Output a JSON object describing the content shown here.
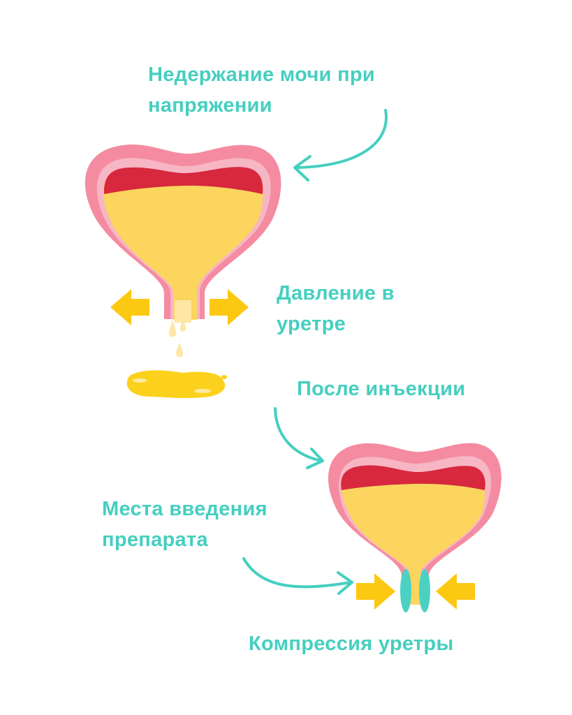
{
  "colors": {
    "teal": "#45cfc0",
    "bladder_wall": "#f48ba1",
    "bladder_inner": "#f7b6c3",
    "blood_layer": "#d7283e",
    "urine": "#fcd55f",
    "urine_light": "#fde6a6",
    "arrow_yellow": "#fcc812",
    "puddle": "#fcd11d",
    "injection": "#4bd1c2"
  },
  "icons": {
    "pointer_arrow": "curved-arrow-icon",
    "pressure_arrow": "block-arrow-icon",
    "drop": "drop-icon"
  },
  "labels": {
    "stress_incontinence": {
      "line1": "Недержание мочи при",
      "line2": "напряжении"
    },
    "urethra_pressure": {
      "line1": "Давление в",
      "line2": "уретре"
    },
    "after_injection": "После инъекции",
    "injection_sites": {
      "line1": "Места введения",
      "line2": "препарата"
    },
    "urethra_compression": "Компрессия уретры"
  }
}
